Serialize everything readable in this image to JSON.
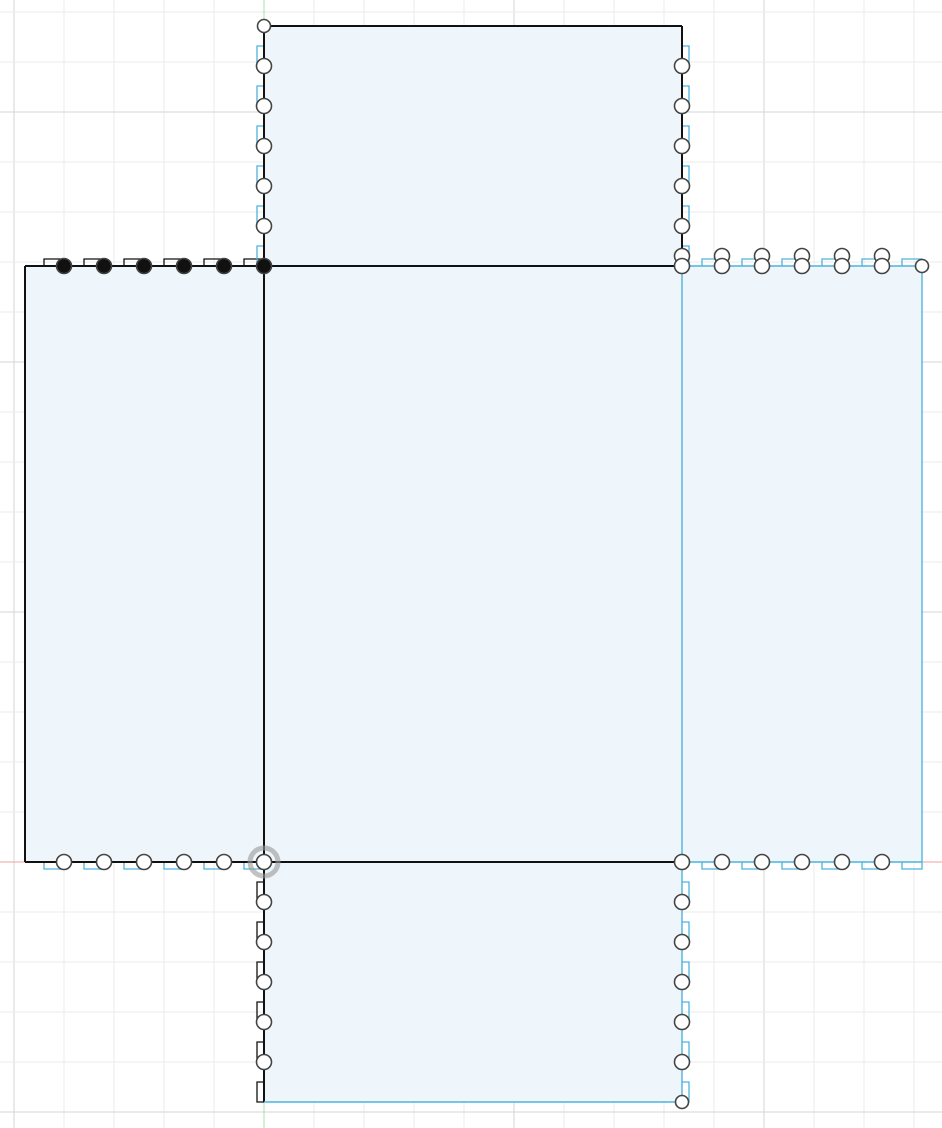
{
  "canvas": {
    "background": "#ffffff",
    "minor_grid_color": "#ebebeb",
    "major_grid_color": "#d6d6d6",
    "x_axis_color": "#f0a0a0",
    "y_axis_color": "#a8e0a8"
  },
  "sketch": {
    "face_fill": "#eef6fb",
    "selected_line_color": "#111111",
    "unselected_line_color": "#4db3dd",
    "point_stroke": "#444444",
    "point_fill": "#ffffff",
    "selected_point_fill": "#111111",
    "highlight_ring_color": "#999999",
    "faces": [
      "top-flap",
      "left-panel",
      "center-panel",
      "right-panel",
      "bottom-flap"
    ],
    "finger_joint_edges": [
      "top-flap-left",
      "top-flap-right",
      "left-panel-top",
      "left-panel-bottom",
      "right-panel-top",
      "right-panel-bottom",
      "bottom-flap-left",
      "bottom-flap-right"
    ],
    "selection": "left-panel-top-edge"
  }
}
